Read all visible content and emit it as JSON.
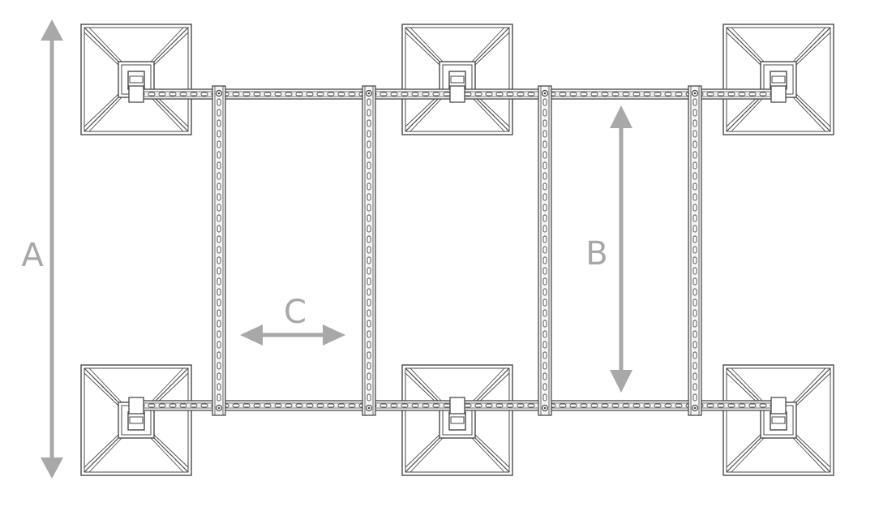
{
  "diagram": {
    "labels": {
      "a": "A",
      "b": "B",
      "c": "C"
    },
    "colors": {
      "dimension": "#a8a8a8",
      "line": "#4a4a4a",
      "background": "#ffffff"
    },
    "counts": {
      "bases": 6,
      "cross_rails": 4,
      "long_rails": 2
    }
  }
}
